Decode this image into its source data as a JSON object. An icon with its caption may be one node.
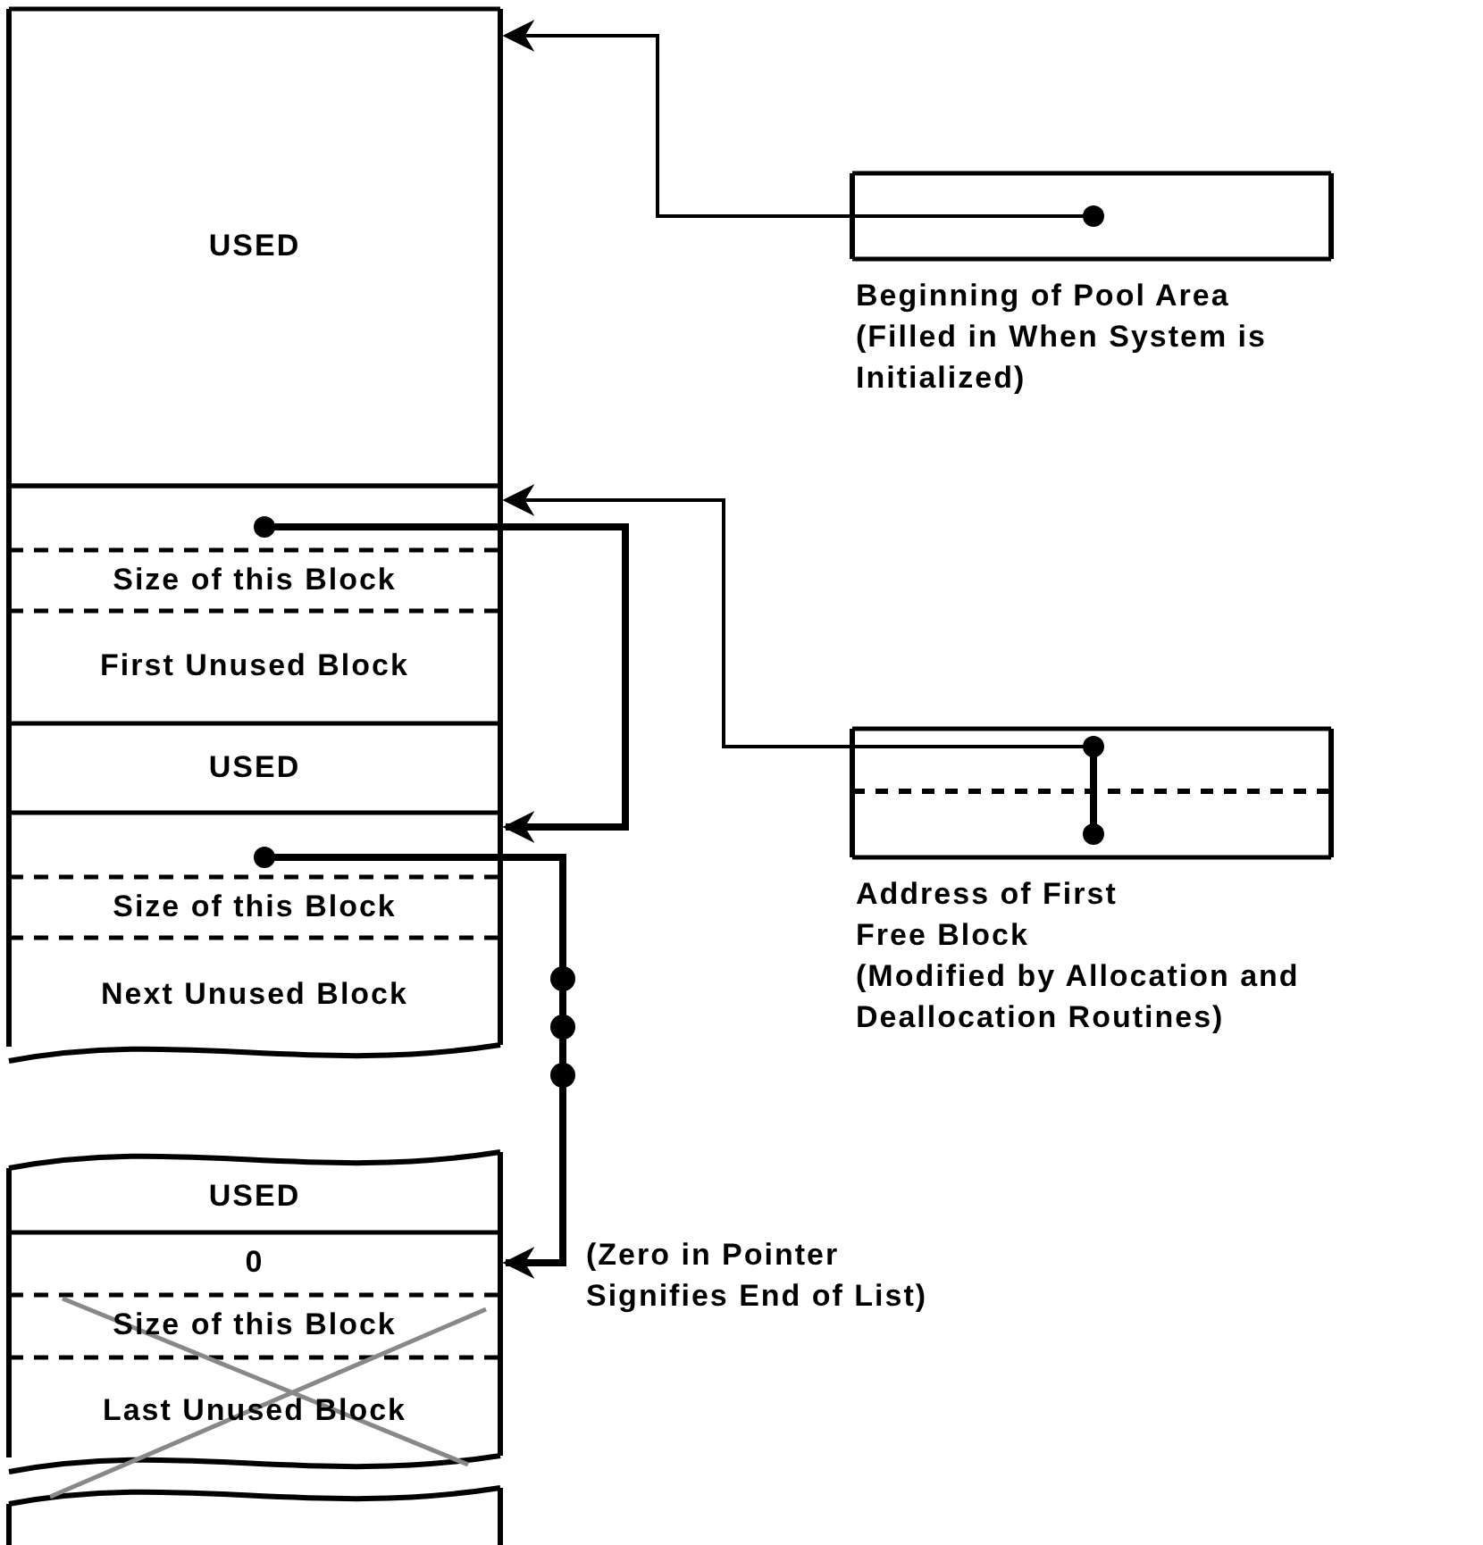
{
  "diagram": {
    "nodes": [
      {
        "text": [
          "USED"
        ]
      },
      {
        "text": [],
        "shape": "box"
      },
      {
        "text": [
          "Size of this Block"
        ]
      },
      {
        "text": [
          "First Unused Block"
        ]
      },
      {
        "text": [
          "USED"
        ]
      },
      {
        "text": [],
        "shape": "box"
      },
      {
        "text": [
          "Size of this Block"
        ]
      },
      {
        "text": [
          "Next Unused Block"
        ]
      },
      {
        "text": [
          "USED"
        ]
      },
      {
        "text": [
          "0"
        ]
      },
      {
        "text": [
          "Size of this Block"
        ]
      },
      {
        "text": [
          "Last Unused Block"
        ]
      },
      {
        "text": [],
        "shape": "box"
      },
      {
        "text": [],
        "shape": "box",
        "beside": [
          "Beginning of Pool Area",
          "(Filled in When System is Initialized)"
        ]
      },
      {
        "text": [],
        "shape": "box",
        "beside": [
          "Address of First Free Block",
          "(Modified by Allocation and Deallocation Routines)"
        ]
      }
    ],
    "edges": [
      {
        "from": 13,
        "to": 0,
        "arrow": "to"
      },
      {
        "from": 14,
        "to": 1,
        "arrow": "to"
      },
      {
        "from": 1,
        "to": 5,
        "arrow": "to",
        "style": "thick"
      },
      {
        "from": 5,
        "to": 9,
        "arrow": "to",
        "style": "thick"
      }
    ],
    "labels": [
      "(Zero in Pointer Signifies End of List)"
    ]
  }
}
